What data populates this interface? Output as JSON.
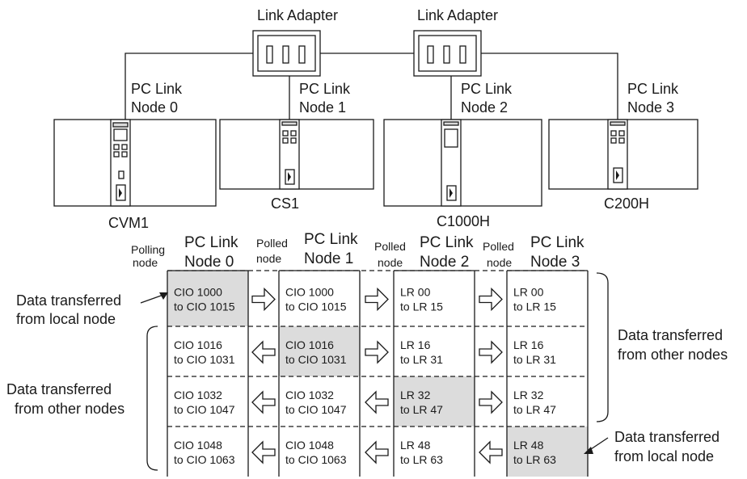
{
  "colors": {
    "line": "#1a1a1a",
    "module_fill": "#ffffff",
    "slot_fill": "#d9d9d9",
    "highlight_fill": "#dcdcdc"
  },
  "icons": [
    "link-adapter-icon",
    "plc-unit-icon",
    "cpu-module-icon",
    "arrow-right-icon",
    "arrow-left-icon",
    "brace-icon"
  ],
  "adapters": [
    {
      "label": "Link Adapter"
    },
    {
      "label": "Link Adapter"
    }
  ],
  "nodes": [
    {
      "link_label": "PC Link",
      "node_label": "Node 0",
      "plc_name": "CVM1"
    },
    {
      "link_label": "PC Link",
      "node_label": "Node 1",
      "plc_name": "CS1"
    },
    {
      "link_label": "PC Link",
      "node_label": "Node 2",
      "plc_name": "C1000H"
    },
    {
      "link_label": "PC Link",
      "node_label": "Node 3",
      "plc_name": "C200H"
    }
  ],
  "table": {
    "columns": [
      {
        "role_line1": "Polling",
        "role_line2": "node",
        "header_line1": "PC Link",
        "header_line2": "Node 0"
      },
      {
        "role_line1": "Polled",
        "role_line2": "node",
        "header_line1": "PC Link",
        "header_line2": "Node 1"
      },
      {
        "role_line1": "Polled",
        "role_line2": "node",
        "header_line1": "PC Link",
        "header_line2": "Node 2"
      },
      {
        "role_line1": "Polled",
        "role_line2": "node",
        "header_line1": "PC Link",
        "header_line2": "Node 3"
      }
    ],
    "rows": [
      {
        "cells": [
          [
            "CIO 1000",
            "to CIO 1015"
          ],
          [
            "CIO 1000",
            "to CIO 1015"
          ],
          [
            "LR 00",
            "to LR 15"
          ],
          [
            "LR 00",
            "to LR 15"
          ]
        ],
        "highlight": 0,
        "arrows": [
          "right",
          "right",
          "right"
        ]
      },
      {
        "cells": [
          [
            "CIO 1016",
            "to CIO 1031"
          ],
          [
            "CIO 1016",
            "to CIO 1031"
          ],
          [
            "LR 16",
            "to LR 31"
          ],
          [
            "LR 16",
            "to LR 31"
          ]
        ],
        "highlight": 1,
        "arrows": [
          "left",
          "right",
          "right"
        ]
      },
      {
        "cells": [
          [
            "CIO 1032",
            "to CIO 1047"
          ],
          [
            "CIO 1032",
            "to CIO 1047"
          ],
          [
            "LR 32",
            "to LR 47"
          ],
          [
            "LR 32",
            "to LR 47"
          ]
        ],
        "highlight": 2,
        "arrows": [
          "left",
          "left",
          "right"
        ]
      },
      {
        "cells": [
          [
            "CIO 1048",
            "to CIO 1063"
          ],
          [
            "CIO 1048",
            "to CIO 1063"
          ],
          [
            "LR 48",
            "to LR 63"
          ],
          [
            "LR 48",
            "to LR 63"
          ]
        ],
        "highlight": 3,
        "arrows": [
          "left",
          "left",
          "left"
        ]
      }
    ]
  },
  "annotations": {
    "local_top": [
      "Data transferred",
      "from local node"
    ],
    "other_left": [
      "Data transferred",
      "from other nodes"
    ],
    "other_right": [
      "Data transferred",
      "from other nodes"
    ],
    "local_bottom": [
      "Data transferred",
      "from local node"
    ]
  }
}
